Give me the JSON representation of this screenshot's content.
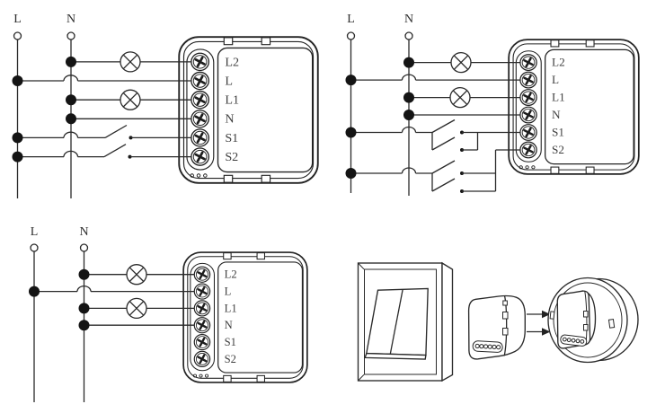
{
  "colors": {
    "line": "#2a2a2a",
    "terminal_label": "#3f3f3f",
    "supply_label": "#2e2e2e",
    "arrow_fill": "#222222",
    "background": "#ffffff"
  },
  "module": {
    "terminals": [
      "L2",
      "L",
      "L1",
      "N",
      "S1",
      "S2"
    ]
  },
  "diagrams": {
    "top_left": {
      "live_label": "L",
      "neutral_label": "N"
    },
    "top_right": {
      "live_label": "L",
      "neutral_label": "N"
    },
    "bottom_left": {
      "live_label": "L",
      "neutral_label": "N"
    }
  },
  "icons": {
    "lamp": "circle-with-x",
    "junction": "filled-dot",
    "crossover": "hop-arc",
    "switch": "open-lever-contact",
    "arrow": "right-arrow"
  }
}
